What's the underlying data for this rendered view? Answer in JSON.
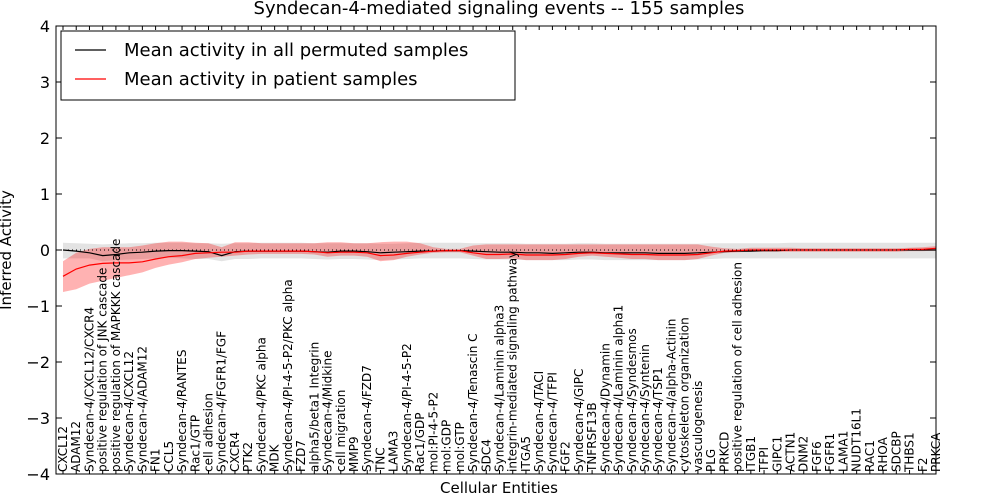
{
  "chart_data": {
    "type": "line",
    "title": "Syndecan-4-mediated signaling events -- 155 samples",
    "xlabel": "Cellular Entities",
    "ylabel": "Inferred Activity",
    "ylim": [
      -4,
      4
    ],
    "yticks": [
      -4,
      -3,
      -2,
      -1,
      0,
      1,
      2,
      3,
      4
    ],
    "grid": false,
    "legend": {
      "placement": "top-left"
    },
    "categories": [
      "CXCL12",
      "ADAM12",
      "Syndecan-4/CXCL12/CXCR4",
      "positive regulation of JNK cascade",
      "positive regulation of MAPKKK cascade",
      "Syndecan-4/CXCL12",
      "Syndecan-4/ADAM12",
      "FN1",
      "CCL5",
      "Syndecan-4/RANTES",
      "Rac1/GTP",
      "cell adhesion",
      "Syndecan-4/FGFR1/FGF",
      "CXCR4",
      "PTK2",
      "Syndecan-4/PKC alpha",
      "MDK",
      "Syndecan-4/PI-4-5-P2/PKC alpha",
      "FZD7",
      "alpha5/beta1 Integrin",
      "Syndecan-4/Midkine",
      "cell migration",
      "MMP9",
      "Syndecan-4/FZD7",
      "TNC",
      "LAMA3",
      "Syndecan-4/PI-4-5-P2",
      "Rac1/GDP",
      "mol:PI-4-5-P2",
      "mol:GDP",
      "mol:GTP",
      "Syndecan-4/Tenascin C",
      "SDC4",
      "Syndecan-4/Laminin alpha3",
      "integrin-mediated signaling pathway",
      "ITGA5",
      "Syndecan-4/TACI",
      "Syndecan-4/TFPI",
      "FGF2",
      "Syndecan-4/GIPC",
      "TNFRSF13B",
      "Syndecan-4/Dynamin",
      "Syndecan-4/Laminin alpha1",
      "Syndecan-4/Syndesmos",
      "Syndecan-4/Syntenin",
      "Syndecan-4/TSP1",
      "Syndecan-4/alpha-Actinin",
      "cytoskeleton organization",
      "vasculogenesis",
      "PLG",
      "PRKCD",
      "positive regulation of cell adhesion",
      "ITGB1",
      "TFPI",
      "GIPC1",
      "ACTN1",
      "DNM2",
      "FGF6",
      "FGFR1",
      "LAMA1",
      "NUDT16L1",
      "RAC1",
      "RHOA",
      "SDCBP",
      "THBS1",
      "F2",
      "PRKCA"
    ],
    "series": [
      {
        "name": "Mean activity in all permuted samples",
        "color": "#000000",
        "values": [
          0.0,
          -0.02,
          -0.05,
          -0.1,
          -0.08,
          -0.05,
          -0.04,
          -0.02,
          -0.01,
          -0.01,
          -0.02,
          -0.03,
          -0.1,
          -0.03,
          -0.02,
          -0.02,
          -0.02,
          -0.02,
          -0.02,
          -0.03,
          -0.04,
          -0.02,
          -0.02,
          -0.03,
          -0.05,
          -0.04,
          -0.03,
          -0.02,
          -0.02,
          -0.01,
          -0.01,
          -0.02,
          -0.03,
          -0.04,
          -0.04,
          -0.05,
          -0.05,
          -0.06,
          -0.05,
          -0.04,
          -0.04,
          -0.05,
          -0.05,
          -0.05,
          -0.05,
          -0.06,
          -0.06,
          -0.06,
          -0.05,
          -0.04,
          -0.03,
          -0.02,
          -0.02,
          -0.01,
          -0.01,
          0.0,
          0.0,
          0.0,
          0.0,
          0.0,
          0.0,
          0.0,
          0.0,
          0.0,
          0.0,
          0.0,
          0.0
        ],
        "band_low": [
          -0.15,
          -0.15,
          -0.15,
          -0.2,
          -0.18,
          -0.17,
          -0.16,
          -0.15,
          -0.14,
          -0.15,
          -0.16,
          -0.16,
          -0.2,
          -0.16,
          -0.16,
          -0.15,
          -0.15,
          -0.15,
          -0.15,
          -0.16,
          -0.17,
          -0.16,
          -0.16,
          -0.17,
          -0.18,
          -0.17,
          -0.16,
          -0.15,
          -0.15,
          -0.15,
          -0.15,
          -0.16,
          -0.17,
          -0.17,
          -0.17,
          -0.18,
          -0.18,
          -0.18,
          -0.18,
          -0.17,
          -0.17,
          -0.18,
          -0.18,
          -0.18,
          -0.18,
          -0.18,
          -0.18,
          -0.18,
          -0.17,
          -0.16,
          -0.15,
          -0.15,
          -0.15,
          -0.15,
          -0.15,
          -0.15,
          -0.15,
          -0.15,
          -0.15,
          -0.15,
          -0.15,
          -0.15,
          -0.15,
          -0.15,
          -0.15,
          -0.15,
          -0.15
        ],
        "band_high": [
          0.13,
          0.12,
          0.11,
          0.1,
          0.11,
          0.12,
          0.12,
          0.13,
          0.13,
          0.13,
          0.12,
          0.12,
          0.11,
          0.12,
          0.12,
          0.13,
          0.13,
          0.13,
          0.13,
          0.12,
          0.12,
          0.12,
          0.12,
          0.12,
          0.11,
          0.11,
          0.12,
          0.13,
          0.13,
          0.13,
          0.13,
          0.12,
          0.12,
          0.12,
          0.12,
          0.11,
          0.11,
          0.11,
          0.11,
          0.12,
          0.12,
          0.11,
          0.11,
          0.11,
          0.11,
          0.11,
          0.11,
          0.11,
          0.11,
          0.12,
          0.12,
          0.12,
          0.12,
          0.12,
          0.12,
          0.13,
          0.13,
          0.13,
          0.13,
          0.13,
          0.13,
          0.13,
          0.13,
          0.13,
          0.13,
          0.13,
          0.13
        ]
      },
      {
        "name": "Mean activity in patient samples",
        "color": "#ff0000",
        "values": [
          -0.47,
          -0.34,
          -0.27,
          -0.24,
          -0.23,
          -0.23,
          -0.21,
          -0.16,
          -0.12,
          -0.1,
          -0.06,
          -0.05,
          -0.04,
          -0.04,
          -0.02,
          -0.02,
          -0.02,
          -0.02,
          -0.02,
          -0.03,
          -0.05,
          -0.04,
          -0.04,
          -0.05,
          -0.1,
          -0.09,
          -0.06,
          -0.04,
          -0.02,
          -0.01,
          -0.01,
          -0.05,
          -0.08,
          -0.08,
          -0.07,
          -0.09,
          -0.09,
          -0.09,
          -0.08,
          -0.06,
          -0.05,
          -0.06,
          -0.07,
          -0.08,
          -0.08,
          -0.09,
          -0.09,
          -0.09,
          -0.08,
          -0.05,
          -0.02,
          -0.01,
          0.0,
          0.0,
          0.0,
          0.0,
          0.0,
          0.0,
          0.0,
          0.0,
          0.0,
          0.0,
          0.0,
          0.0,
          0.01,
          0.01,
          0.03
        ],
        "band_low": [
          -0.75,
          -0.7,
          -0.6,
          -0.55,
          -0.5,
          -0.45,
          -0.4,
          -0.32,
          -0.26,
          -0.22,
          -0.16,
          -0.14,
          -0.12,
          -0.1,
          -0.08,
          -0.07,
          -0.07,
          -0.07,
          -0.07,
          -0.08,
          -0.12,
          -0.1,
          -0.1,
          -0.12,
          -0.2,
          -0.18,
          -0.12,
          -0.08,
          -0.05,
          -0.04,
          -0.04,
          -0.1,
          -0.16,
          -0.16,
          -0.15,
          -0.18,
          -0.18,
          -0.18,
          -0.16,
          -0.12,
          -0.1,
          -0.12,
          -0.14,
          -0.16,
          -0.16,
          -0.18,
          -0.18,
          -0.18,
          -0.16,
          -0.1,
          -0.05,
          -0.04,
          -0.03,
          -0.03,
          -0.03,
          -0.03,
          -0.03,
          -0.03,
          -0.03,
          -0.03,
          -0.03,
          -0.03,
          -0.03,
          -0.03,
          -0.02,
          -0.02,
          -0.01
        ],
        "band_high": [
          -0.2,
          -0.05,
          0.02,
          0.05,
          0.05,
          0.05,
          0.08,
          0.12,
          0.15,
          0.15,
          0.13,
          0.12,
          0.05,
          0.14,
          0.14,
          0.12,
          0.12,
          0.12,
          0.12,
          0.12,
          0.14,
          0.14,
          0.12,
          0.12,
          0.14,
          0.15,
          0.15,
          0.12,
          0.05,
          0.02,
          0.02,
          0.08,
          0.1,
          0.1,
          0.1,
          0.1,
          0.1,
          0.1,
          0.1,
          0.1,
          0.1,
          0.1,
          0.1,
          0.1,
          0.1,
          0.1,
          0.1,
          0.1,
          0.1,
          0.06,
          0.03,
          0.02,
          0.04,
          0.04,
          0.04,
          0.04,
          0.03,
          0.03,
          0.03,
          0.03,
          0.03,
          0.03,
          0.03,
          0.03,
          0.04,
          0.05,
          0.07
        ]
      }
    ]
  }
}
